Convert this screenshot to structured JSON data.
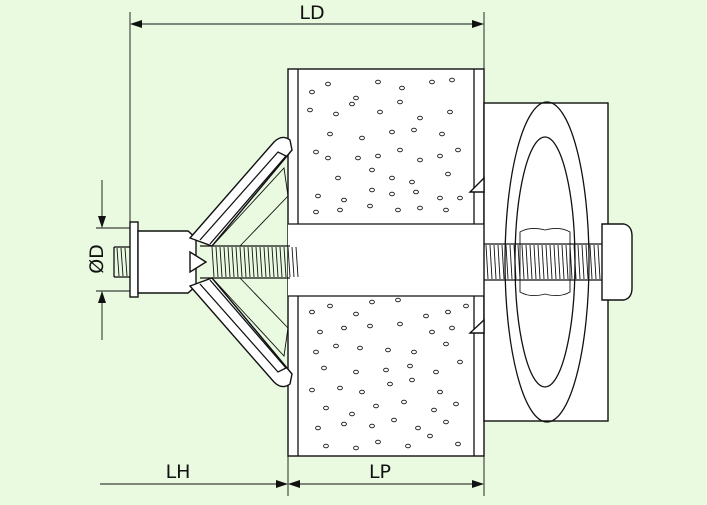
{
  "labels": {
    "ld": "LD",
    "od": "ØD",
    "lh": "LH",
    "lp": "LP"
  },
  "colors": {
    "background": "#e9fae0",
    "line": "#111111",
    "fill": "#ffffff"
  }
}
